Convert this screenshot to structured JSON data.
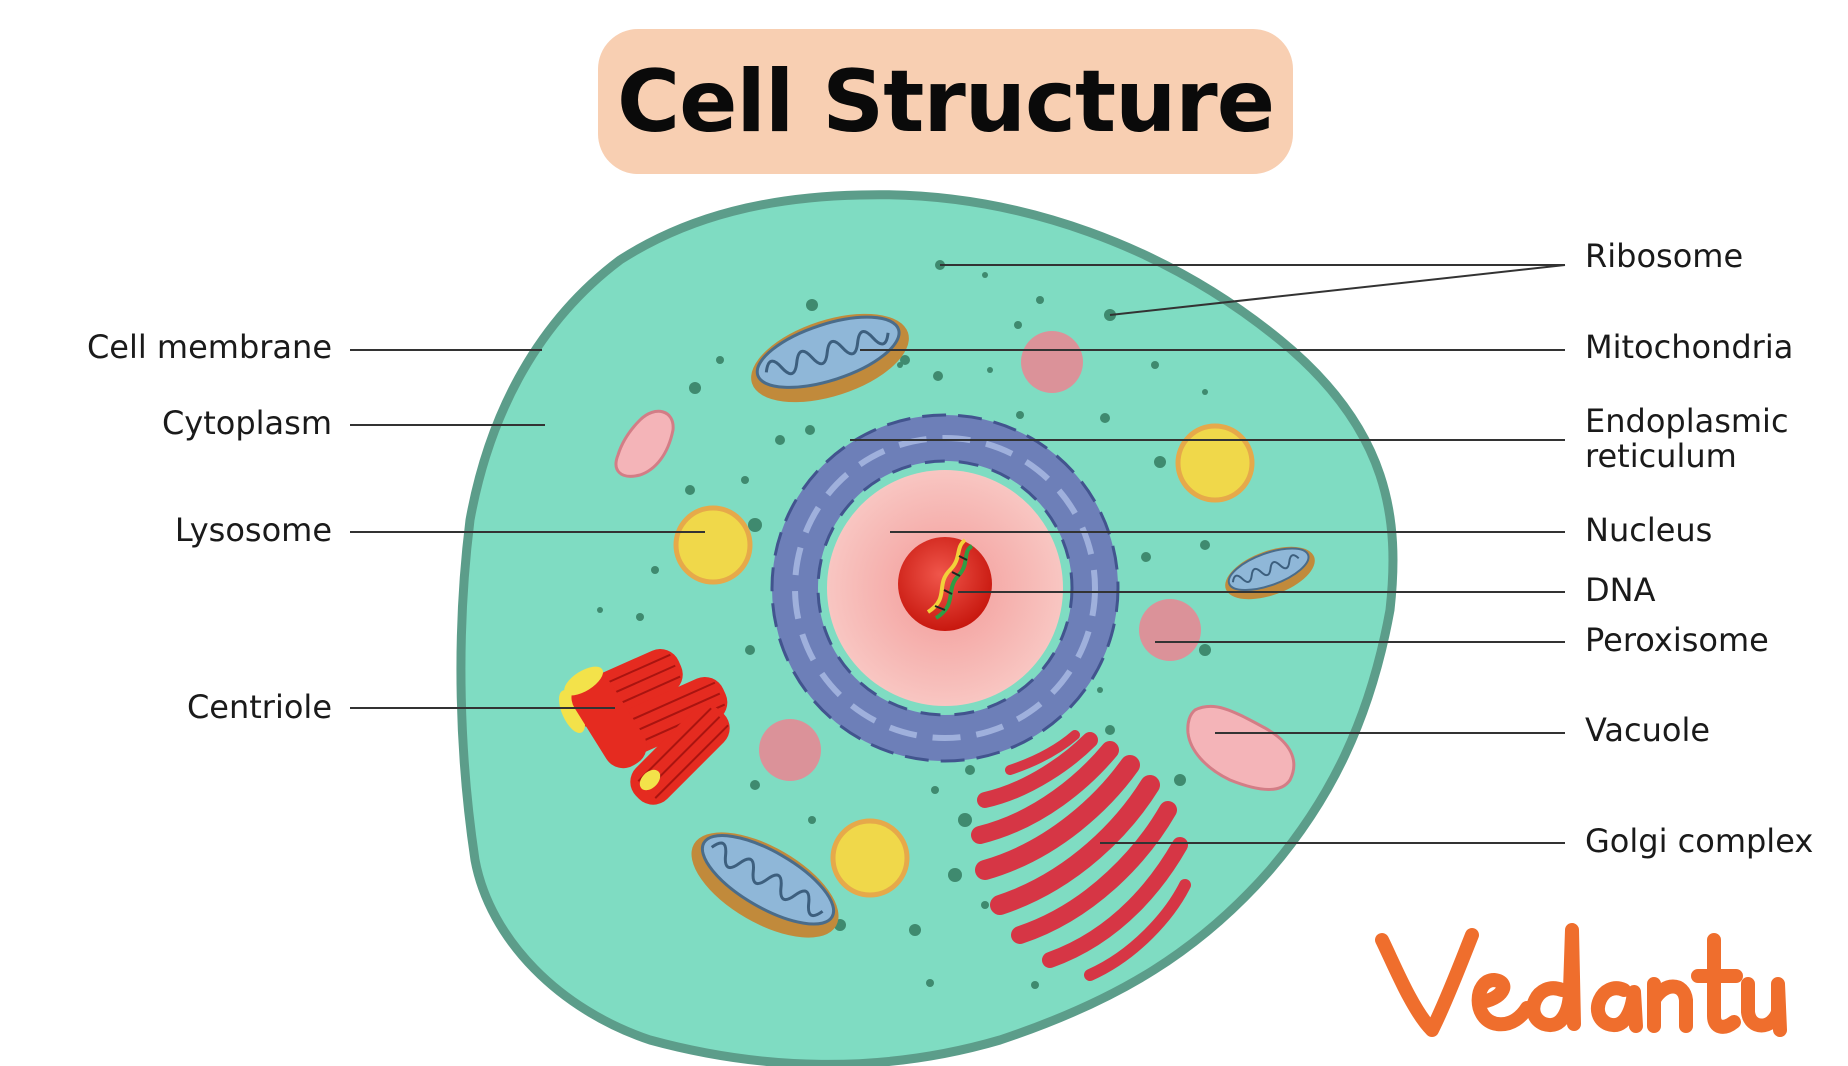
{
  "title": "Cell Structure",
  "colors": {
    "cell_fill": "#7fdcc2",
    "cell_border": "#5c9d8a",
    "title_bg": "#f8cfb2",
    "er": "#6d7fb8",
    "nucleus": "#f6b9b6",
    "nucleolus": "#e02a1c",
    "lysosome": "#f0d84a",
    "peroxisome": "#e58a95",
    "vacuole": "#f4b4b8",
    "golgi": "#d63645",
    "centriole": "#e52b20",
    "mitochondria": "#8fb7d8",
    "brand": "#ef6e2d"
  },
  "labels": {
    "cell_membrane": "Cell membrane",
    "cytoplasm": "Cytoplasm",
    "lysosome": "Lysosome",
    "centriole": "Centriole",
    "ribosome": "Ribosome",
    "mitochondria": "Mitochondria",
    "endoplasmic_line1": "Endoplasmic",
    "endoplasmic_line2": "reticulum",
    "nucleus": "Nucleus",
    "dna": "DNA",
    "peroxisome": "Peroxisome",
    "vacuole": "Vacuole",
    "golgi": "Golgi complex"
  },
  "brand": {
    "name": "Vedantu",
    "icon": "vedantu-logo"
  }
}
